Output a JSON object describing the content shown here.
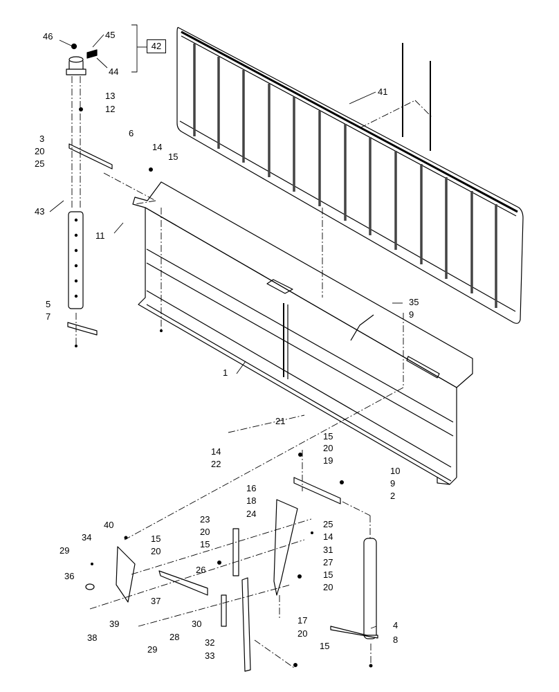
{
  "callouts": {
    "c46": "46",
    "c45": "45",
    "c44": "44",
    "c42": "42",
    "c13": "13",
    "c12": "12",
    "c3": "3",
    "c20a": "20",
    "c25a": "25",
    "c6": "6",
    "c14a": "14",
    "c15a": "15",
    "c41": "41",
    "c43": "43",
    "c11": "11",
    "c5": "5",
    "c7": "7",
    "c35": "35",
    "c9a": "9",
    "c1": "1",
    "c21": "21",
    "c14b": "14",
    "c22": "22",
    "c15b": "15",
    "c20b": "20",
    "c19": "19",
    "c10": "10",
    "c9b": "9",
    "c2": "2",
    "c16": "16",
    "c18": "18",
    "c24": "24",
    "c25b": "25",
    "c14c": "14",
    "c23": "23",
    "c20c": "20",
    "c15c": "15",
    "c40": "40",
    "c34": "34",
    "c29a": "29",
    "c15d": "15",
    "c20d": "20",
    "c26": "26",
    "c31": "31",
    "c27": "27",
    "c36": "36",
    "c37": "37",
    "c15e": "15",
    "c20e": "20",
    "c17": "17",
    "c4": "4",
    "c8": "8",
    "c39": "39",
    "c38": "38",
    "c28": "28",
    "c30": "30",
    "c29b": "29",
    "c32": "32",
    "c33": "33",
    "c20f": "20",
    "c15f": "15"
  }
}
